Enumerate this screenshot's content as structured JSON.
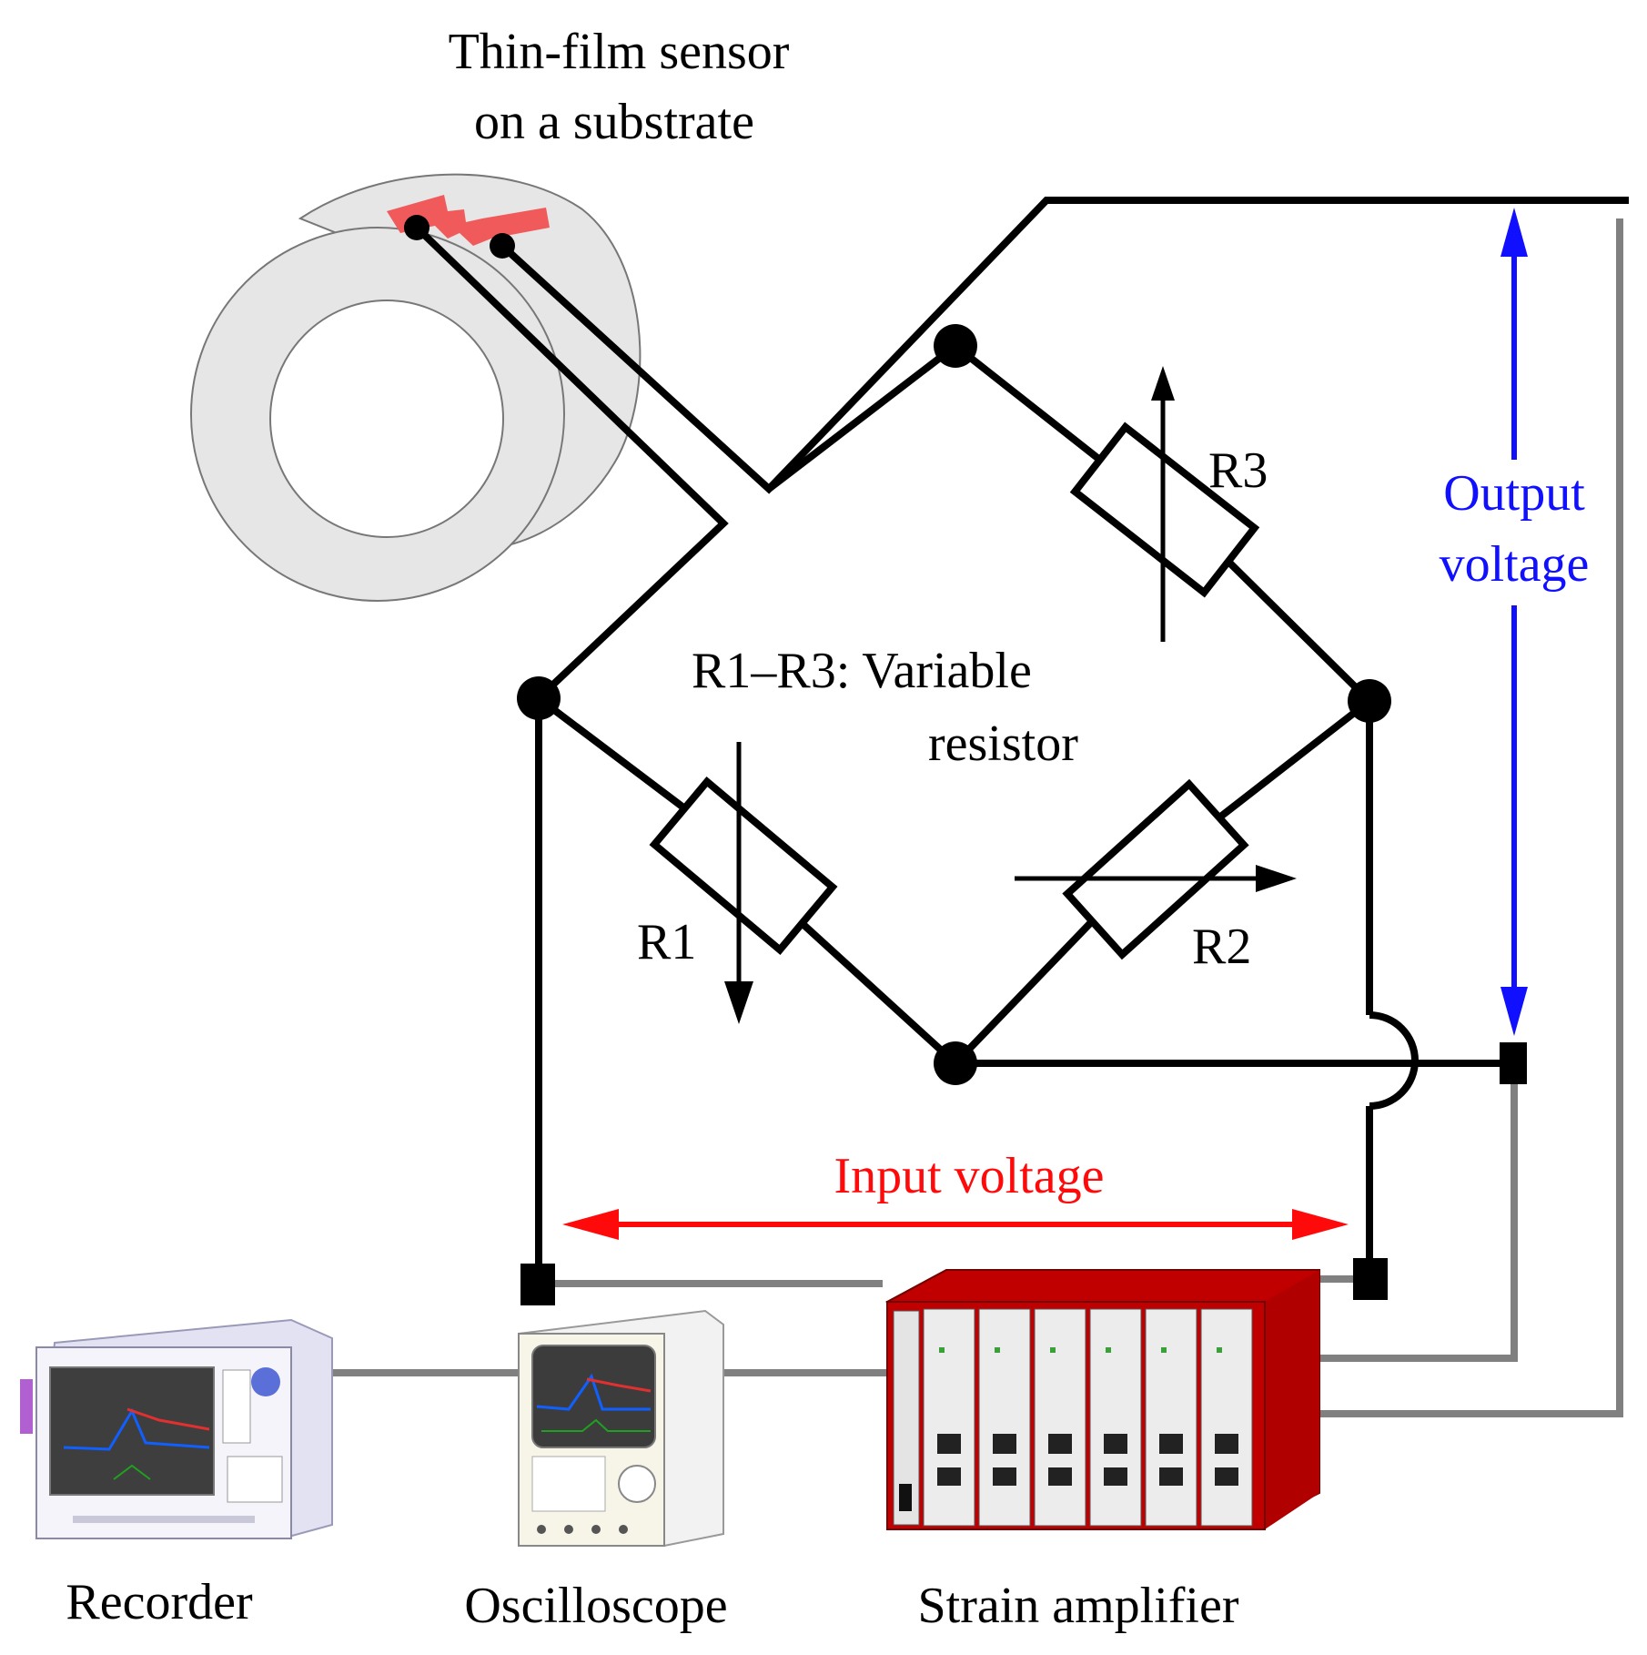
{
  "sensor": {
    "title_line1": "Thin-film sensor",
    "title_line2": "on a substrate",
    "pad_color": "#f05a5a"
  },
  "bridge": {
    "r1": "R1",
    "r2": "R2",
    "r3": "R3",
    "note_line1": "R1–R3:  Variable",
    "note_line2": "resistor"
  },
  "output_voltage": {
    "line1": "Output",
    "line2": "voltage",
    "color": "#1010ff"
  },
  "input_voltage": {
    "label": "Input voltage",
    "color": "#ff0a0a"
  },
  "devices": {
    "recorder": "Recorder",
    "oscilloscope": "Oscilloscope",
    "strain_amplifier": "Strain amplifier",
    "amplifier_color": "#c00000"
  }
}
